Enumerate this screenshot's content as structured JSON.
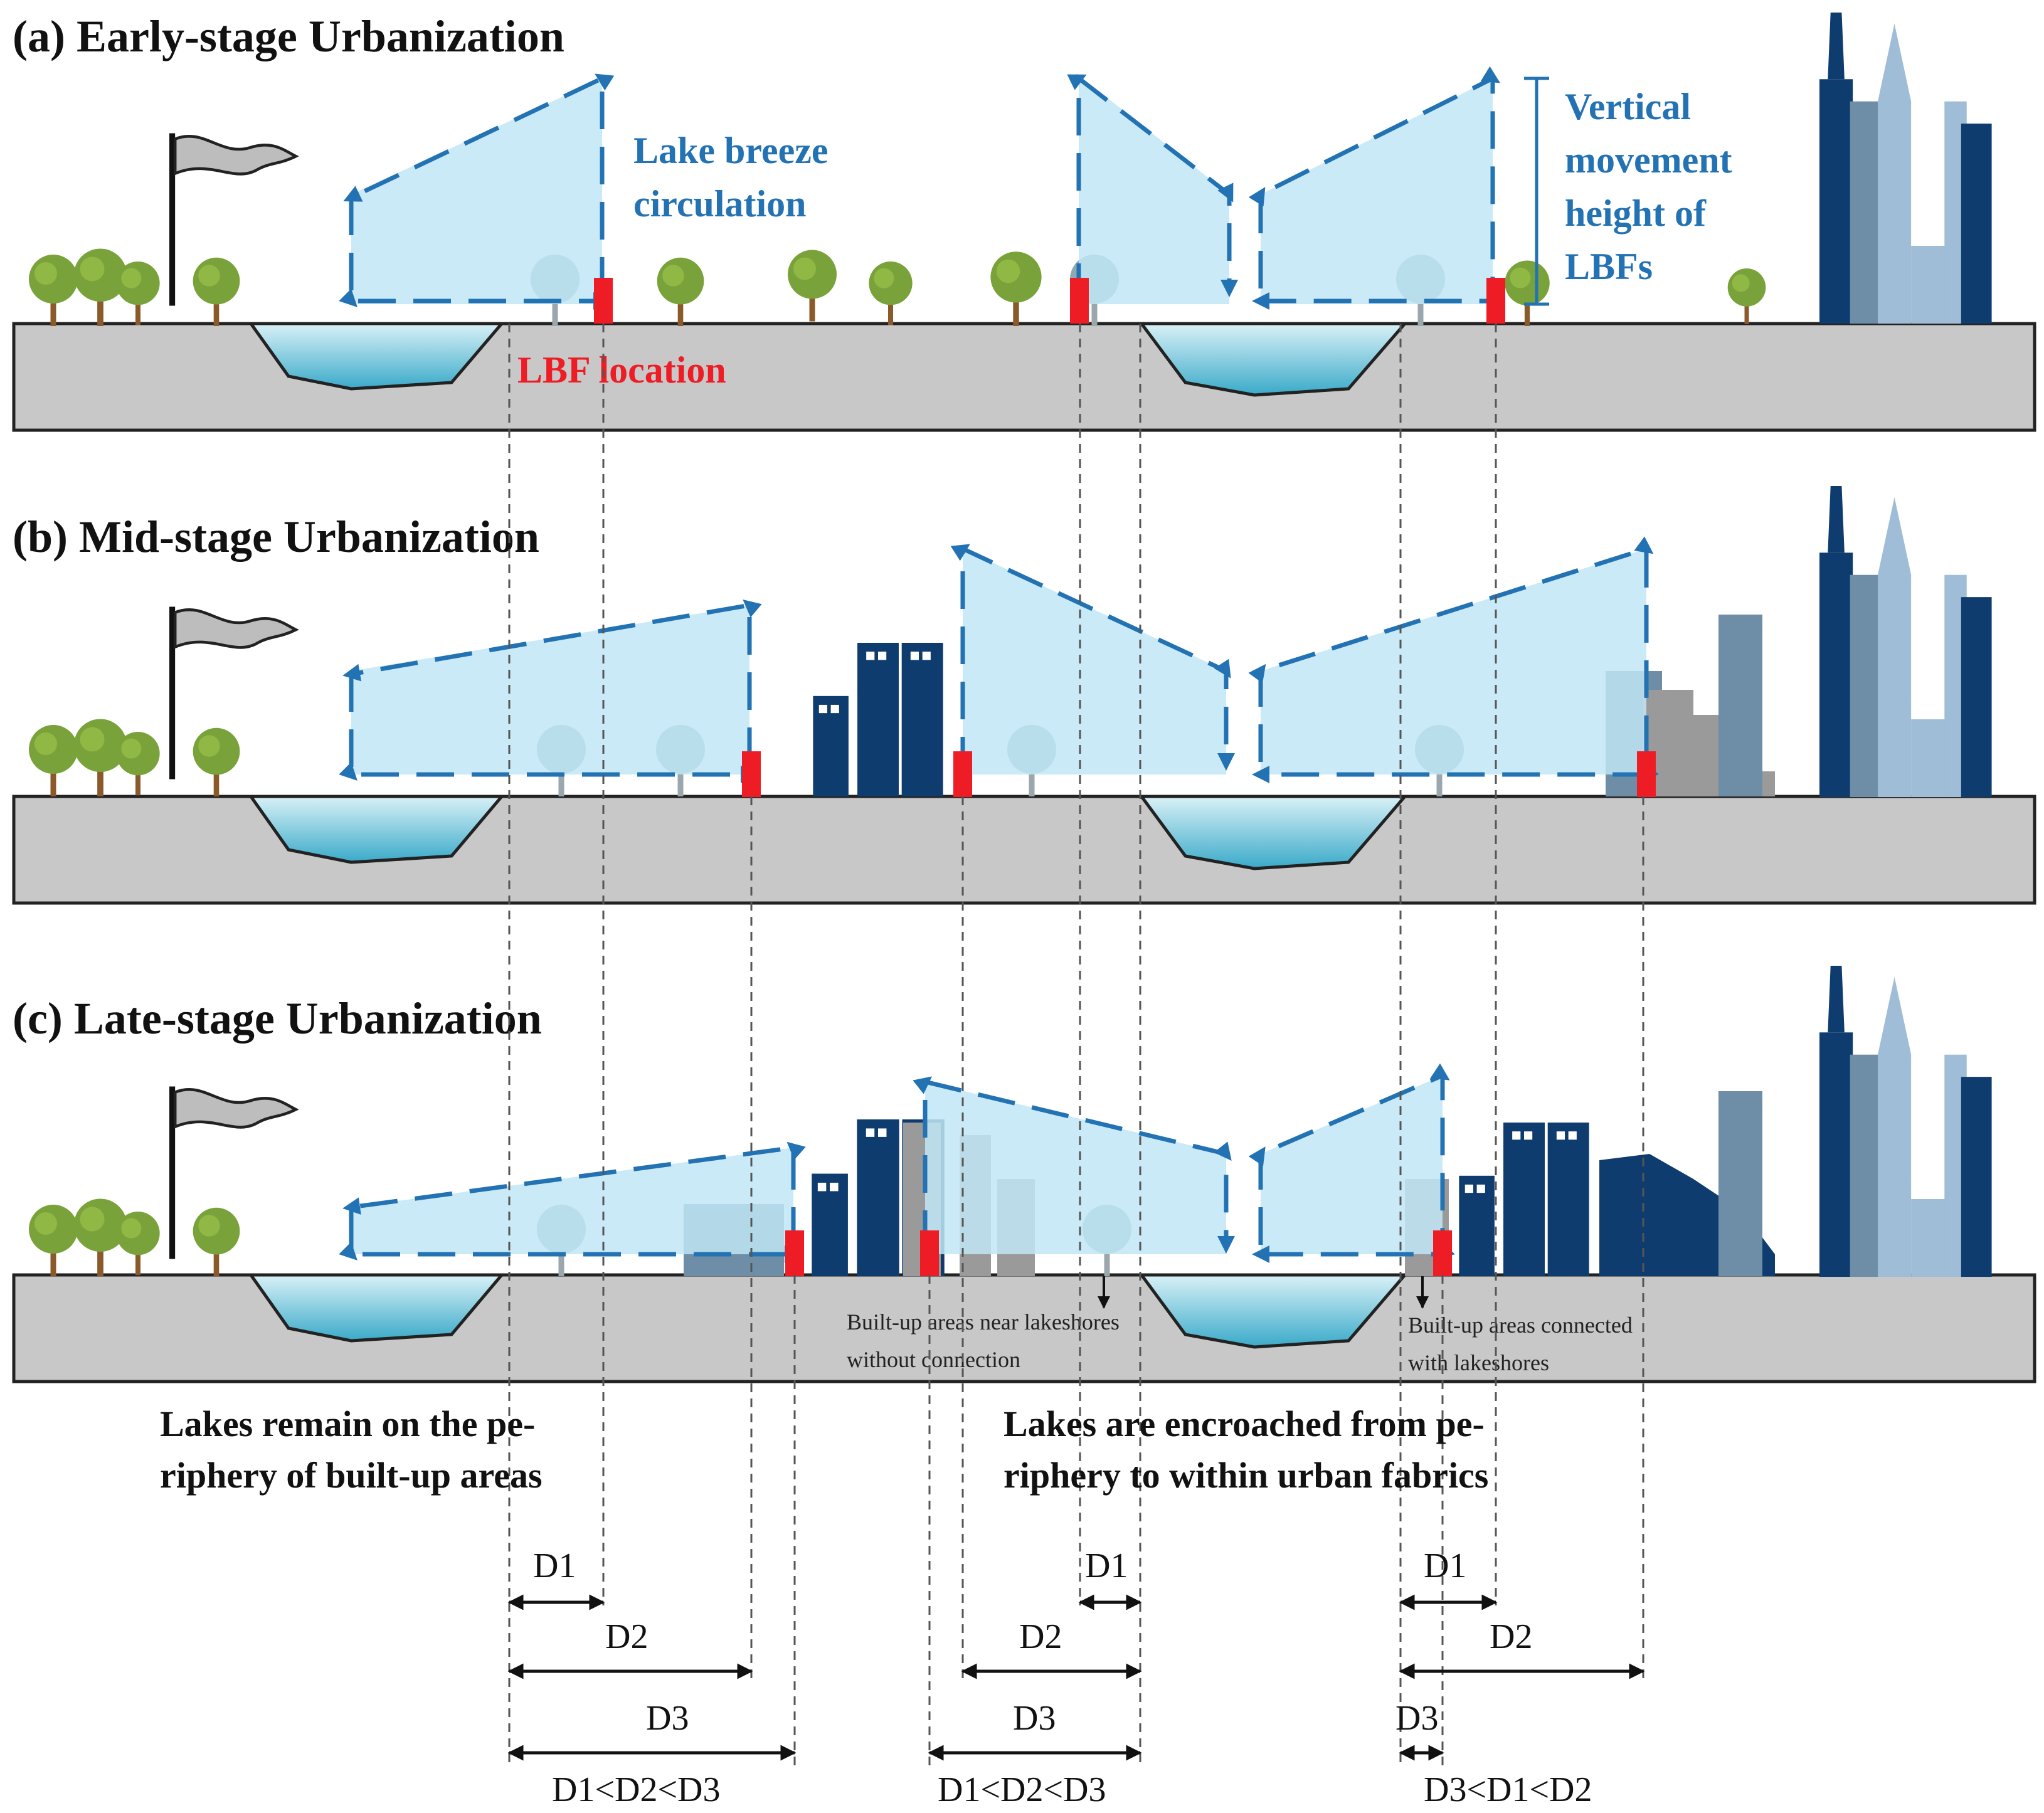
{
  "panels": {
    "a": {
      "title": "(a) Early-stage Urbanization"
    },
    "b": {
      "title": "(b) Mid-stage Urbanization"
    },
    "c": {
      "title": "(c) Late-stage Urbanization"
    }
  },
  "labels": {
    "lake_breeze_line1": "Lake breeze",
    "lake_breeze_line2": "circulation",
    "vertical_line1": "Vertical",
    "vertical_line2": "movement",
    "vertical_line3": "height of",
    "vertical_line4": "LBFs",
    "lbf_location": "LBF location"
  },
  "notes": {
    "near_no_conn_line1": "Built-up areas near lakeshores",
    "near_no_conn_line2": "without connection",
    "connected_line1": "Built-up areas connected",
    "connected_line2": "with lakeshores"
  },
  "captions": {
    "left_line1": "Lakes remain on the pe-",
    "left_line2": "riphery of built-up areas",
    "right_line1": "Lakes are encroached from pe-",
    "right_line2": "riphery to within urban fabrics"
  },
  "dimensions": {
    "group1": {
      "d1": "D1",
      "d2": "D2",
      "d3": "D3",
      "relation": "D1<D2<D3"
    },
    "group2": {
      "d1": "D1",
      "d2": "D2",
      "d3": "D3",
      "relation": "D1<D2<D3"
    },
    "group3": {
      "d1": "D1",
      "d2": "D2",
      "d3": "D3",
      "relation": "D3<D1<D2"
    }
  },
  "colors": {
    "circulation_arrow": "#2372b3",
    "circulation_fill": "#bfe6f5",
    "lbf_marker": "#ee1c24",
    "ground": "#c8c8c8",
    "lake": "#5bbfd6",
    "building_dark": "#0f3c6e",
    "building_light": "#9fbdd6"
  }
}
